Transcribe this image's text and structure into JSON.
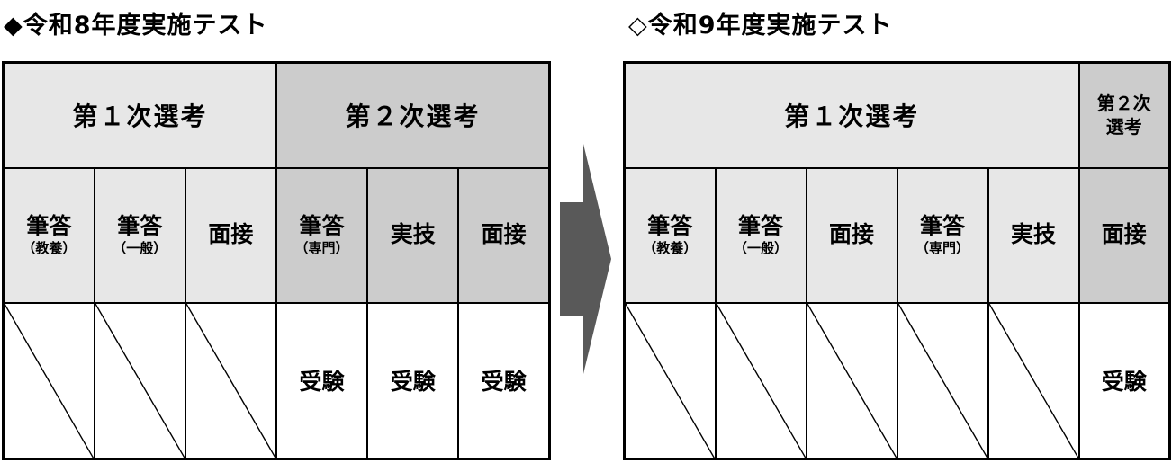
{
  "colors": {
    "light_gray": "#E7E7E7",
    "mid_gray": "#CCCCCC",
    "arrow_gray": "#595959",
    "border_black": "#000000"
  },
  "left_panel": {
    "title": "◆令和8年度実施テスト",
    "header": {
      "stage1": "第１次選考",
      "stage2": "第２次選考"
    },
    "columns": [
      {
        "main": "筆答",
        "sub": "（教養）",
        "status": ""
      },
      {
        "main": "筆答",
        "sub": "（一般）",
        "status": ""
      },
      {
        "main": "面接",
        "sub": "",
        "status": ""
      },
      {
        "main": "筆答",
        "sub": "（専門）",
        "status": "受験"
      },
      {
        "main": "実技",
        "sub": "",
        "status": "受験"
      },
      {
        "main": "面接",
        "sub": "",
        "status": "受験"
      }
    ]
  },
  "right_panel": {
    "title": "◇令和9年度実施テスト",
    "header": {
      "stage1": "第１次選考",
      "stage2": "第２次\n選考"
    },
    "columns": [
      {
        "main": "筆答",
        "sub": "（教養）",
        "status": ""
      },
      {
        "main": "筆答",
        "sub": "（一般）",
        "status": ""
      },
      {
        "main": "面接",
        "sub": "",
        "status": ""
      },
      {
        "main": "筆答",
        "sub": "（専門）",
        "status": ""
      },
      {
        "main": "実技",
        "sub": "",
        "status": ""
      },
      {
        "main": "面接",
        "sub": "",
        "status": "受験"
      }
    ]
  }
}
